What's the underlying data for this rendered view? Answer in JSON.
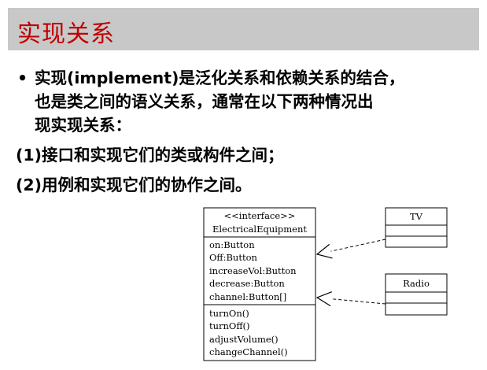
{
  "slide": {
    "title": "实现关系",
    "bullet_symbol": "•",
    "bullet_lines": [
      "实现(implement)是泛化关系和依赖关系的结合，",
      "也是类之间的语义关系，通常在以下两种情况出",
      "现实现关系："
    ],
    "items": [
      "(1)接口和实现它们的类或构件之间；",
      "(2)用例和实现它们的协作之间。"
    ]
  },
  "diagram": {
    "interface_class": {
      "stereotype": "<<interface>>",
      "name": "ElectricalEquipment",
      "attributes": [
        "on:Button",
        "Off:Button",
        "increaseVol:Button",
        "decrease:Button",
        "channel:Button[]"
      ],
      "operations": [
        "turnOn()",
        "turnOff()",
        "adjustVolume()",
        "changeChannel()"
      ]
    },
    "implementing_classes": [
      {
        "name": "TV"
      },
      {
        "name": "Radio"
      }
    ],
    "relation": "realization"
  }
}
